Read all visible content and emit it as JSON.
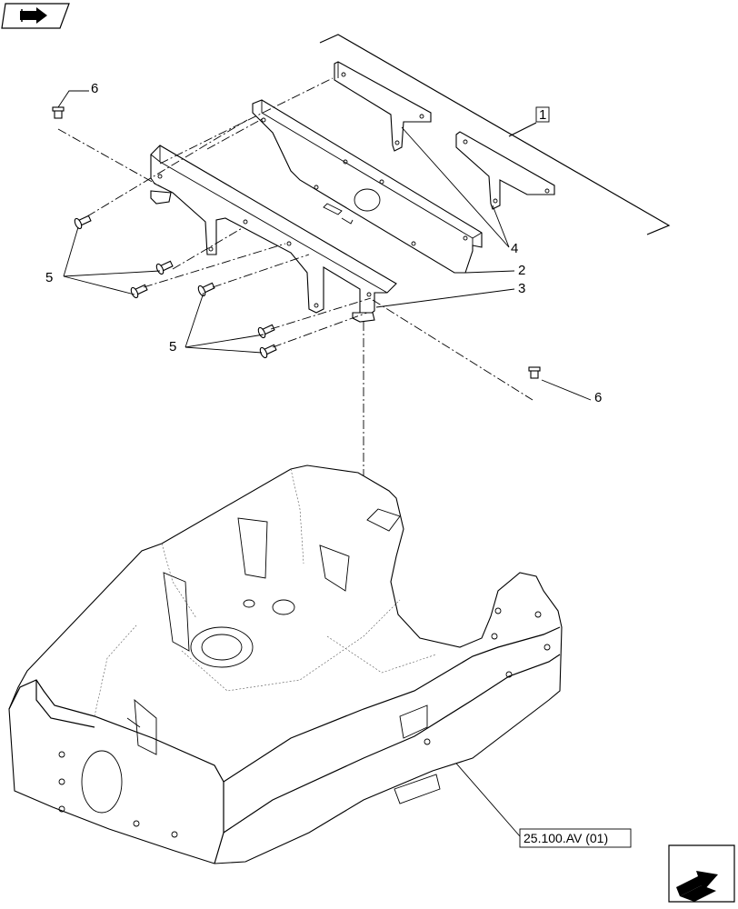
{
  "callouts": {
    "c1": "1",
    "c2": "2",
    "c3": "3",
    "c4": "4",
    "c5a": "5",
    "c5b": "5",
    "c6a": "6",
    "c6b": "6"
  },
  "reference": "25.100.AV (01)",
  "icons": {
    "top_left": "book-arrow-icon",
    "bottom_right": "next-page-arrow-icon"
  }
}
